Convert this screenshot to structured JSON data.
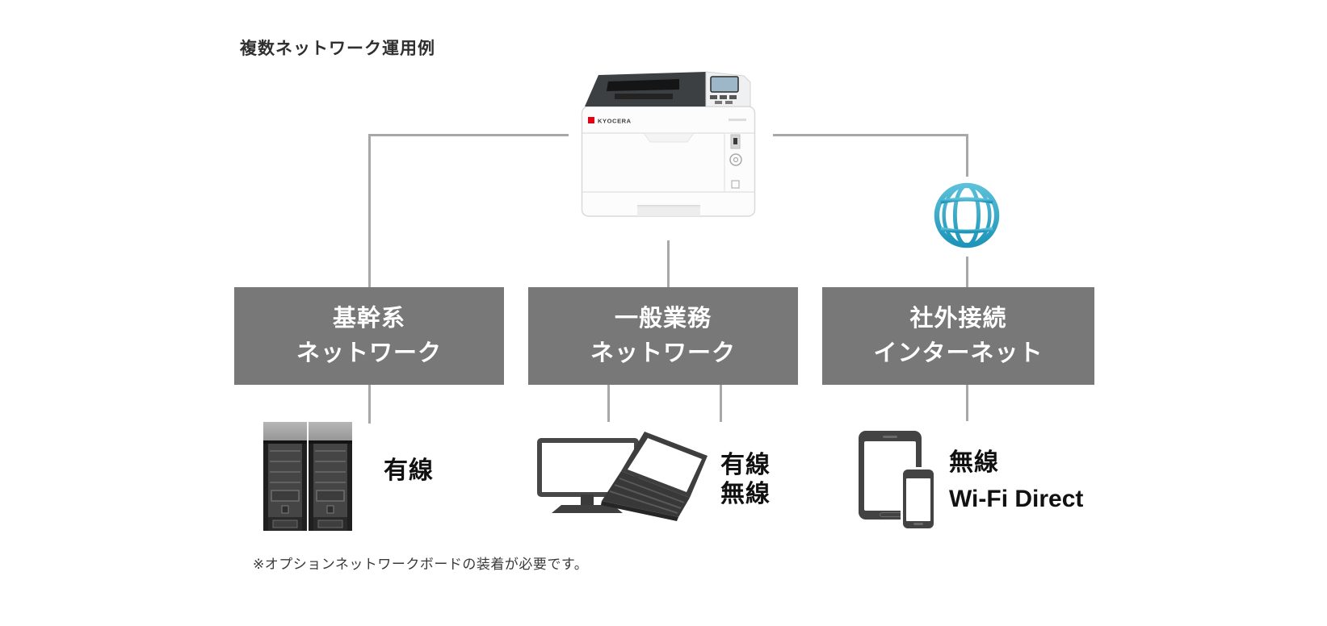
{
  "title": "複数ネットワーク運用例",
  "note": "※オプションネットワークボードの装着が必要です。",
  "printer": {
    "brand": "KYOCERA",
    "icon": "printer-icon"
  },
  "internet_icon": "globe-icon",
  "networks": [
    {
      "name_line1": "基幹系",
      "name_line2": "ネットワーク",
      "connections": [
        "有線"
      ],
      "device_icon": "server-towers-icon"
    },
    {
      "name_line1": "一般業務",
      "name_line2": "ネットワーク",
      "connections": [
        "有線",
        "無線"
      ],
      "device_icon": "desktop-and-laptop-icon"
    },
    {
      "name_line1": "社外接続",
      "name_line2": "インターネット",
      "connections": [
        "無線",
        "Wi-Fi Direct"
      ],
      "device_icon": "tablet-and-smartphone-icon"
    }
  ],
  "colors": {
    "box_gray": "#787878",
    "line_gray": "#a8a8a8",
    "globe_teal": "#2fa8ca",
    "device_dark": "#434343",
    "kyocera_red": "#e60012"
  }
}
